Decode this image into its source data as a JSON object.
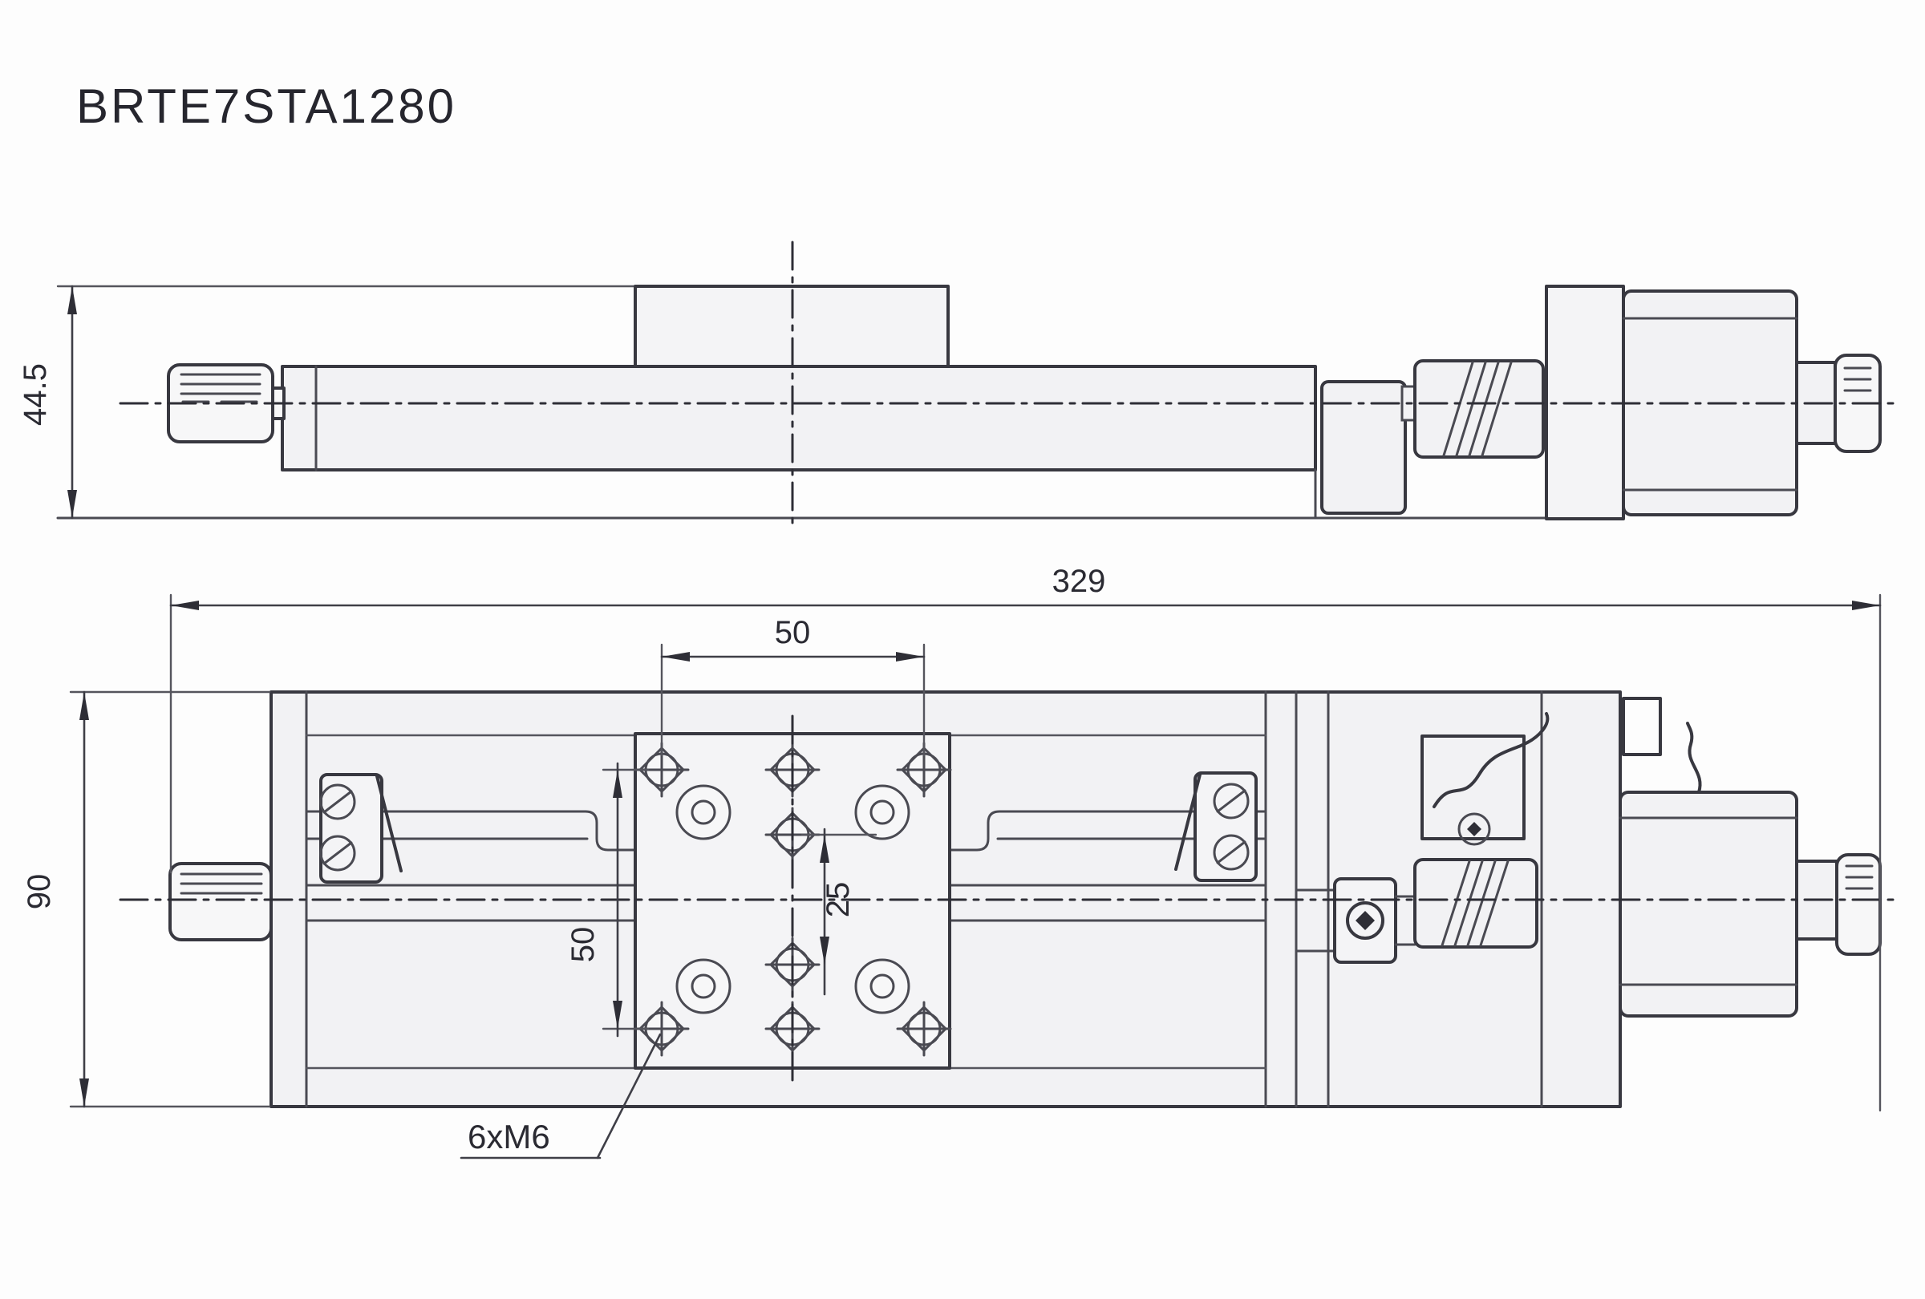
{
  "title": "BRTE7STA1280",
  "dimensions": {
    "overall_height": "44.5",
    "overall_length": "329",
    "hole_pitch_x": "50",
    "hole_pitch_y": "50",
    "hole_pitch_center": "25",
    "stage_width": "90",
    "mount_holes": "6xM6"
  }
}
